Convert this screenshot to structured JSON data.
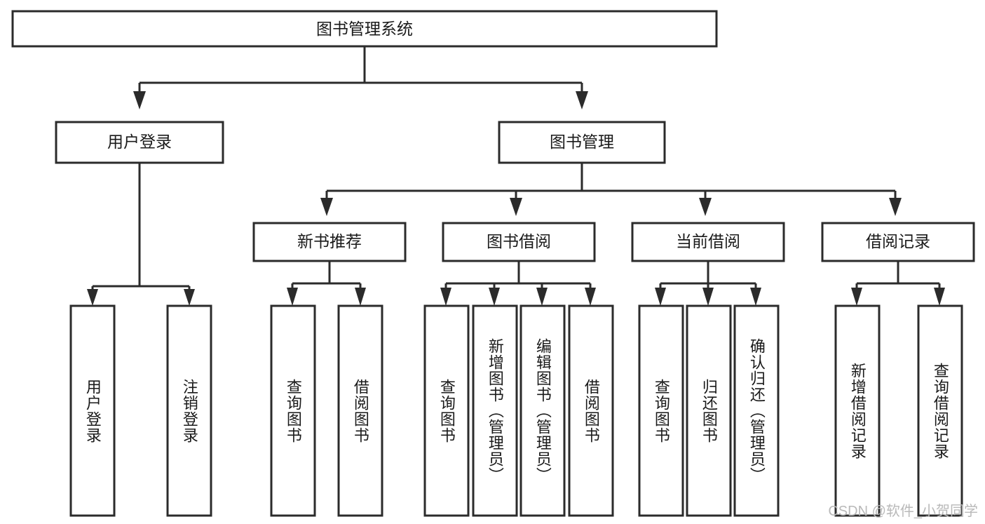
{
  "diagram": {
    "title": "图书管理系统",
    "type": "tree-hierarchy-chart",
    "colors": {
      "background": "#ffffff",
      "box_fill": "#ffffff",
      "stroke": "#2b2b2b",
      "text": "#1a1a1a",
      "watermark": "#b9b9b9"
    },
    "levels": {
      "level1_label": "图书管理系统",
      "level2": [
        {
          "id": "user-login",
          "label": "用户登录"
        },
        {
          "id": "book-management",
          "label": "图书管理"
        }
      ],
      "level3": [
        {
          "id": "new-book-recommend",
          "label": "新书推荐",
          "parent": "book-management"
        },
        {
          "id": "book-borrow",
          "label": "图书借阅",
          "parent": "book-management"
        },
        {
          "id": "current-borrow",
          "label": "当前借阅",
          "parent": "book-management"
        },
        {
          "id": "borrow-record",
          "label": "借阅记录",
          "parent": "book-management"
        }
      ],
      "leaves": [
        {
          "id": "leaf-user-login",
          "label": "用户登录",
          "parent": "user-login"
        },
        {
          "id": "leaf-logout",
          "label": "注销登录",
          "parent": "user-login"
        },
        {
          "id": "leaf-query-book-1",
          "label": "查询图书",
          "parent": "new-book-recommend"
        },
        {
          "id": "leaf-borrow-book-1",
          "label": "借阅图书",
          "parent": "new-book-recommend"
        },
        {
          "id": "leaf-query-book-2",
          "label": "查询图书",
          "parent": "book-borrow"
        },
        {
          "id": "leaf-add-book",
          "label": "新增图书（管理员）",
          "parent": "book-borrow"
        },
        {
          "id": "leaf-edit-book",
          "label": "编辑图书（管理员）",
          "parent": "book-borrow"
        },
        {
          "id": "leaf-borrow-book-2",
          "label": "借阅图书",
          "parent": "book-borrow"
        },
        {
          "id": "leaf-query-book-3",
          "label": "查询图书",
          "parent": "current-borrow"
        },
        {
          "id": "leaf-return-book",
          "label": "归还图书",
          "parent": "current-borrow"
        },
        {
          "id": "leaf-confirm-return",
          "label": "确认归还（管理员）",
          "parent": "current-borrow"
        },
        {
          "id": "leaf-add-record",
          "label": "新增借阅记录",
          "parent": "borrow-record"
        },
        {
          "id": "leaf-query-record",
          "label": "查询借阅记录",
          "parent": "borrow-record"
        }
      ]
    },
    "watermark": "CSDN @软件_小贺同学"
  }
}
